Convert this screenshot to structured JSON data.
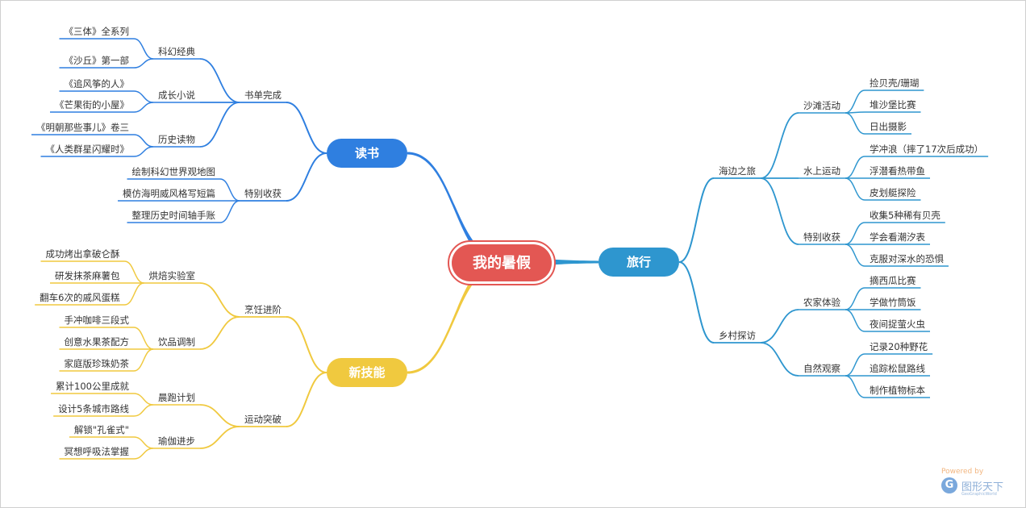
{
  "root": {
    "label": "我的暑假",
    "color": "#e35753"
  },
  "colors": {
    "reading": "#2f7fe0",
    "travel": "#2e96cf",
    "skills": "#f0c93f",
    "text": "#333333"
  },
  "topics": {
    "reading": {
      "label": "读书",
      "groups": [
        {
          "label": "书单完成",
          "subs": [
            {
              "label": "科幻经典",
              "items": [
                "《三体》全系列",
                "《沙丘》第一部"
              ]
            },
            {
              "label": "成长小说",
              "items": [
                "《追风筝的人》",
                "《芒果街的小屋》"
              ]
            },
            {
              "label": "历史读物",
              "items": [
                "《明朝那些事儿》卷三",
                "《人类群星闪耀时》"
              ]
            }
          ]
        },
        {
          "label": "特别收获",
          "items": [
            "绘制科幻世界观地图",
            "模仿海明威风格写短篇",
            "整理历史时间轴手账"
          ]
        }
      ]
    },
    "skills": {
      "label": "新技能",
      "groups": [
        {
          "label": "烹饪进阶",
          "subs": [
            {
              "label": "烘焙实验室",
              "items": [
                "成功烤出拿破仑酥",
                "研发抹茶麻薯包",
                "翻车6次的戚风蛋糕"
              ]
            },
            {
              "label": "饮品调制",
              "items": [
                "手冲咖啡三段式",
                "创意水果茶配方",
                "家庭版珍珠奶茶"
              ]
            }
          ]
        },
        {
          "label": "运动突破",
          "subs": [
            {
              "label": "晨跑计划",
              "items": [
                "累计100公里成就",
                "设计5条城市路线"
              ]
            },
            {
              "label": "瑜伽进步",
              "items": [
                "解锁\"孔雀式\"",
                "冥想呼吸法掌握"
              ]
            }
          ]
        }
      ]
    },
    "travel": {
      "label": "旅行",
      "groups": [
        {
          "label": "海边之旅",
          "subs": [
            {
              "label": "沙滩活动",
              "items": [
                "捡贝壳/珊瑚",
                "堆沙堡比赛",
                "日出摄影"
              ]
            },
            {
              "label": "水上运动",
              "items": [
                "学冲浪（摔了17次后成功）",
                "浮潜看热带鱼",
                "皮划艇探险"
              ]
            },
            {
              "label": "特别收获",
              "items": [
                "收集5种稀有贝壳",
                "学会看潮汐表",
                "克服对深水的恐惧"
              ]
            }
          ]
        },
        {
          "label": "乡村探访",
          "subs": [
            {
              "label": "农家体验",
              "items": [
                "摘西瓜比赛",
                "学做竹筒饭",
                "夜间捉萤火虫"
              ]
            },
            {
              "label": "自然观察",
              "items": [
                "记录20种野花",
                "追踪松鼠路线",
                "制作植物标本"
              ]
            }
          ]
        }
      ]
    }
  },
  "watermark": {
    "powered": "Powered by",
    "logo": "G",
    "brand": "图形天下",
    "sub": "GeoGraphicWorld"
  }
}
